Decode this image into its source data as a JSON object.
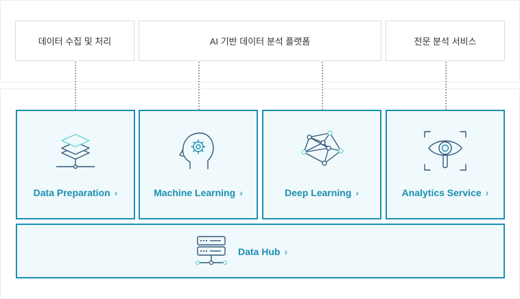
{
  "headers": [
    {
      "text": "데이터 수집 및 처리"
    },
    {
      "text": "AI 기반 데이터 분석 플랫폼"
    },
    {
      "text": "전문 분석 서비스"
    }
  ],
  "cards": [
    {
      "label": "Data Preparation",
      "icon": "layers-icon"
    },
    {
      "label": "Machine Learning",
      "icon": "head-gear-icon"
    },
    {
      "label": "Deep Learning",
      "icon": "network-icon"
    },
    {
      "label": "Analytics Service",
      "icon": "eye-scan-icon"
    }
  ],
  "hub": {
    "label": "Data Hub",
    "icon": "server-icon"
  },
  "chevron": "›",
  "colors": {
    "accent": "#1b8fb3",
    "card_bg": "#f0f9fb",
    "icon_light": "#6dd3d6"
  }
}
